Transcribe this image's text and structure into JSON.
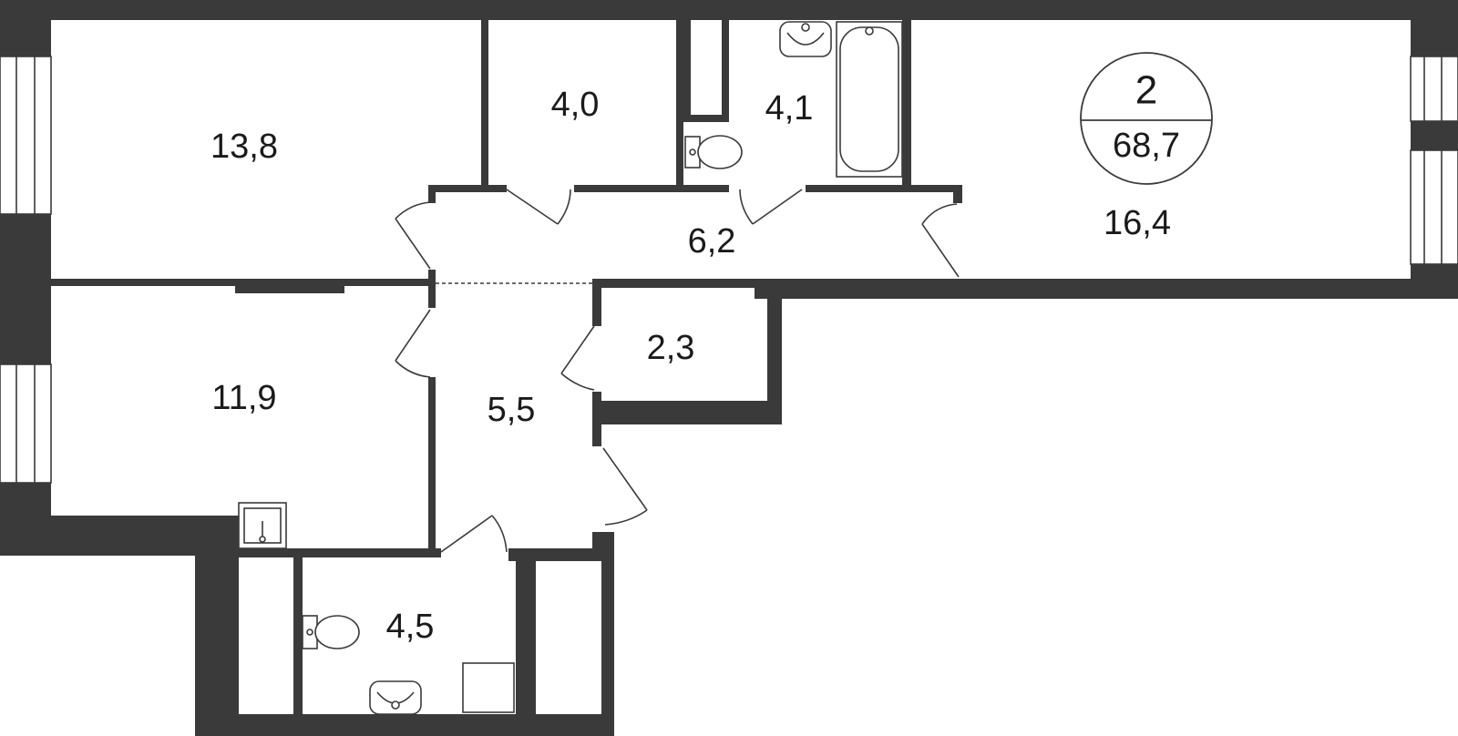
{
  "summary_badge": {
    "rooms": "2",
    "total_area": "68,7"
  },
  "rooms": [
    {
      "id": "room-1",
      "area": "13,8"
    },
    {
      "id": "room-2",
      "area": "4,0"
    },
    {
      "id": "bathroom-1",
      "area": "4,1"
    },
    {
      "id": "room-3",
      "area": "16,4"
    },
    {
      "id": "hallway-1",
      "area": "6,2"
    },
    {
      "id": "closet-1",
      "area": "2,3"
    },
    {
      "id": "room-4",
      "area": "11,9"
    },
    {
      "id": "hallway-2",
      "area": "5,5"
    },
    {
      "id": "bathroom-2",
      "area": "4,5"
    }
  ],
  "colors": {
    "wall": "#3a3a3a",
    "background": "#ffffff",
    "text": "#1a1a1a"
  }
}
